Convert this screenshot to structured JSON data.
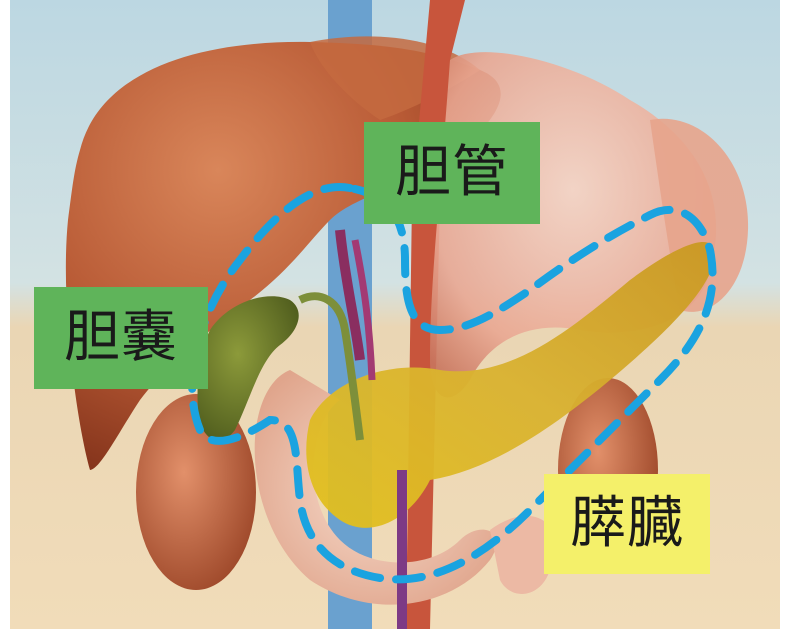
{
  "labels": {
    "bile_duct": "胆管",
    "gallbladder": "胆嚢",
    "pancreas": "膵臓"
  },
  "colors": {
    "bile_duct_label_bg": "#5fb45a",
    "gallbladder_label_bg": "#5fb45a",
    "pancreas_label_bg": "#f4f06a",
    "outline_dash": "#1aa3e0",
    "sky_background": "#c9dfe6",
    "sand_background": "#ecd8b5"
  }
}
